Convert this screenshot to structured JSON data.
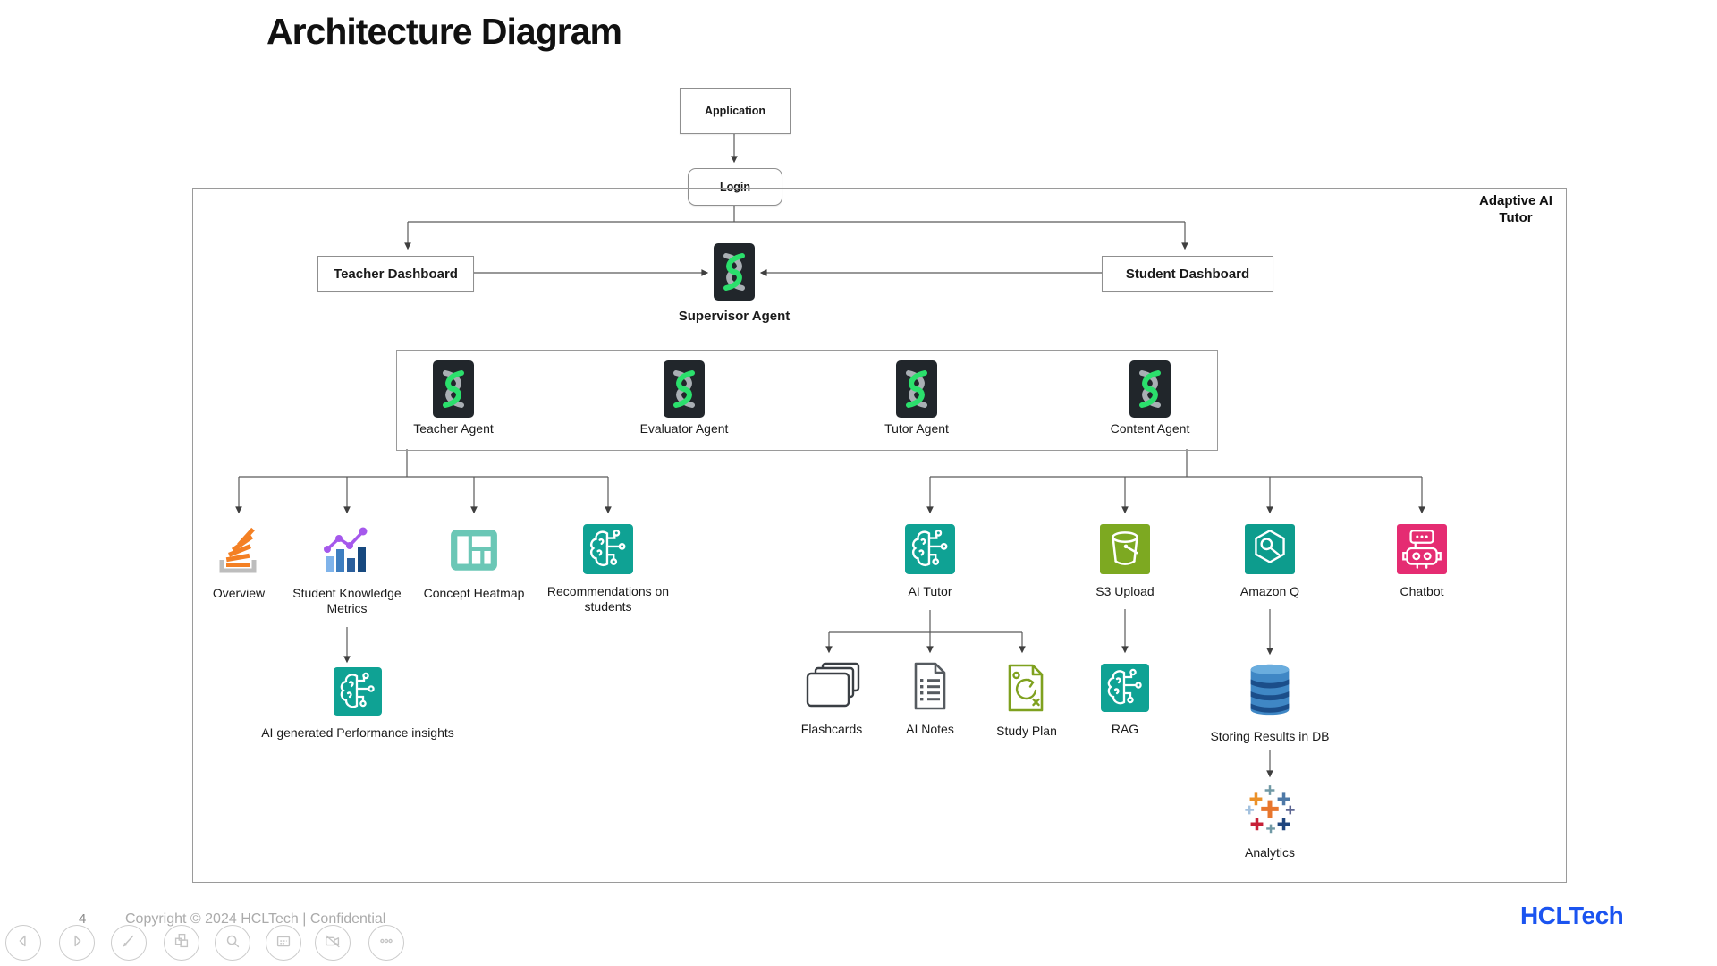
{
  "title": "Architecture Diagram",
  "flow": {
    "application": "Application",
    "login": "Login"
  },
  "container": {
    "label": "Adaptive AI Tutor"
  },
  "dashboards": {
    "teacher": "Teacher Dashboard",
    "student": "Student Dashboard"
  },
  "supervisor": {
    "label": "Supervisor Agent"
  },
  "agents": {
    "teacher": "Teacher Agent",
    "evaluator": "Evaluator Agent",
    "tutor": "Tutor Agent",
    "content": "Content Agent"
  },
  "teacher_branch": {
    "overview": "Overview",
    "metrics": "Student Knowledge Metrics",
    "heatmap": "Concept Heatmap",
    "recommendations": "Recommendations on students",
    "insights": "AI generated Performance insights"
  },
  "tutor_branch": {
    "ai_tutor": "AI Tutor",
    "flashcards": "Flashcards",
    "ai_notes": "AI Notes",
    "study_plan": "Study Plan"
  },
  "content_branch": {
    "s3": "S3 Upload",
    "rag": "RAG",
    "amazon_q": "Amazon Q",
    "db": "Storing Results in DB",
    "analytics": "Analytics",
    "chatbot": "Chatbot"
  },
  "footer": {
    "page": "4",
    "copyright": "Copyright © 2024 HCLTech | Confidential",
    "logo": "HCLTech",
    "toolbar": [
      {
        "name": "previous-slide"
      },
      {
        "name": "next-slide"
      },
      {
        "name": "pen-tool"
      },
      {
        "name": "slide-overview"
      },
      {
        "name": "zoom-search"
      },
      {
        "name": "notes"
      },
      {
        "name": "video-off"
      },
      {
        "name": "more-options"
      }
    ]
  },
  "colors": {
    "accent_blue": "#1B54F0",
    "strand_green": "#2BDF6C",
    "teal_tile": "#0FA294",
    "heatmap_teal": "#6BC7B6",
    "s3_green": "#7DA921",
    "amazon_q_teal": "#0D9C8D",
    "chatbot_pink": "#E52C72",
    "study_plan_olive": "#7FA11F",
    "overview_orange": "#F48024",
    "metrics_purple": "#A558EC",
    "db_blue": "#3F87C5"
  }
}
